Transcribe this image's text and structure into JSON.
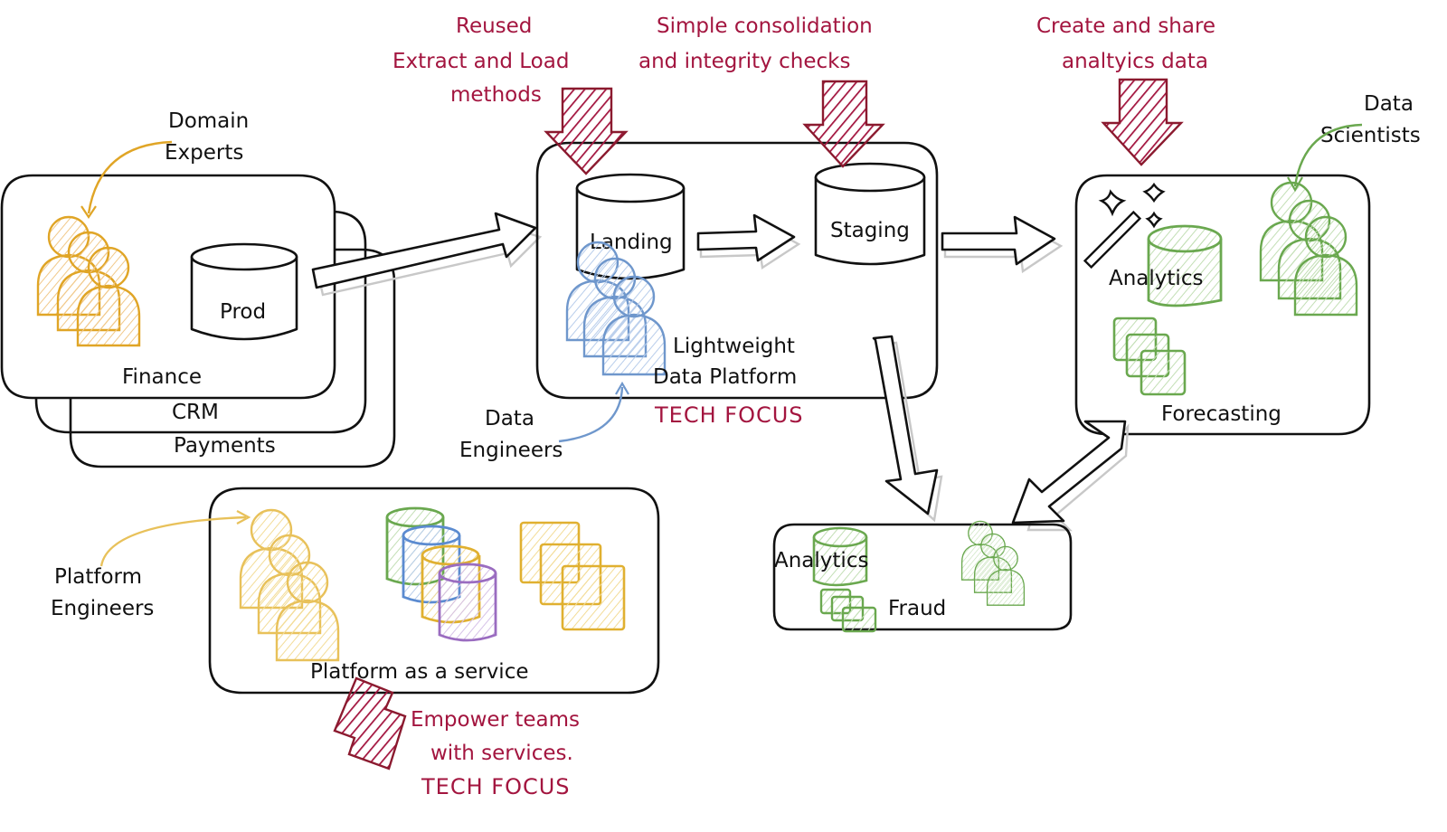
{
  "diagram": {
    "colors": {
      "ink": "#111111",
      "annotation": "#a3153f",
      "domain_experts": "#e0a526",
      "data_engineers": "#6f97cc",
      "data_scientists": "#6aa84f",
      "platform_engineers": "#e8c15a",
      "db_green": "#6aa84f",
      "db_blue": "#5b8bd0",
      "db_yellow": "#e0b030",
      "db_purple": "#9a6cc0"
    },
    "annotations": {
      "reused_el": [
        "Reused",
        "Extract and Load",
        "methods"
      ],
      "consolidation": [
        "Simple consolidation",
        "and integrity checks"
      ],
      "create_share": [
        "Create and share",
        "analtyics data"
      ],
      "empower": [
        "Empower teams",
        "with services.",
        "TECH FOCUS"
      ]
    },
    "actors": {
      "domain_experts": [
        "Domain",
        "Experts"
      ],
      "data_engineers": [
        "Data",
        "Engineers"
      ],
      "data_scientists": [
        "Data",
        "Scientists"
      ],
      "platform_engineers": [
        "Platform",
        "Engineers"
      ]
    },
    "source_domains": {
      "stack": [
        "Finance",
        "CRM",
        "Payments"
      ],
      "database": "Prod"
    },
    "platform": {
      "title": [
        "Lightweight",
        "Data Platform"
      ],
      "focus": "TECH FOCUS",
      "landing": "Landing",
      "staging": "Staging"
    },
    "forecasting": {
      "title": "Forecasting",
      "database": "Analytics"
    },
    "fraud": {
      "title": "Fraud",
      "database": "Analytics"
    },
    "paas": {
      "title": "Platform as a service"
    }
  }
}
